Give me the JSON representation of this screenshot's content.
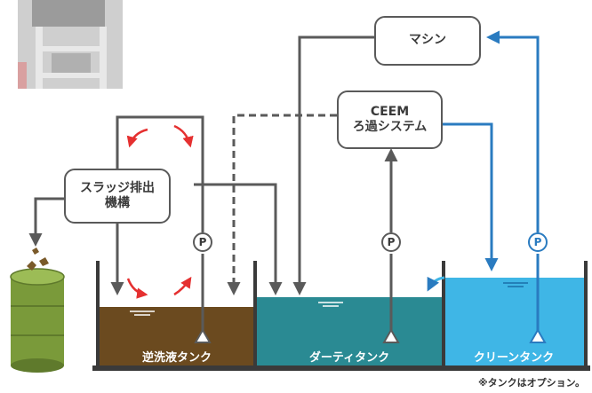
{
  "machine": {
    "label": "マシン"
  },
  "ceem": {
    "line1": "CEEM",
    "line2": "ろ過システム"
  },
  "sludge": {
    "line1": "スラッジ排出",
    "line2": "機構"
  },
  "pump_label": "P",
  "tanks": [
    {
      "label": "逆洗液タンク",
      "color": "#6b4a1f"
    },
    {
      "label": "ダーティタンク",
      "color": "#2a8a93"
    },
    {
      "label": "クリーンタンク",
      "color": "#3fb6e6"
    }
  ],
  "footnote": "※タンクはオプション。",
  "colors": {
    "gray_line": "#5a5a5a",
    "blue_line": "#2a7bc0",
    "red_arrow": "#e53030",
    "drum": "#7a9a3a"
  }
}
